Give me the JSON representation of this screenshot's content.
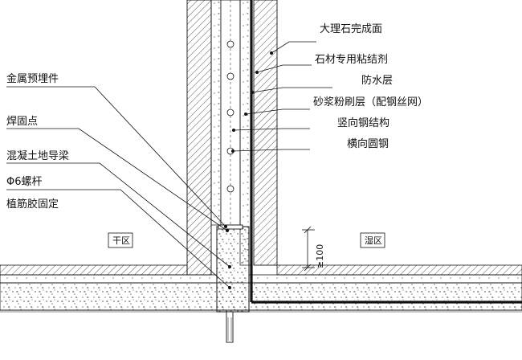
{
  "labels_right": [
    "大理石完成面",
    "石材专用粘结剂",
    "防水层",
    "砂浆粉刷层（配钢丝网）",
    "竖向钢结构",
    "横向圆钢"
  ],
  "labels_left": [
    "金属预埋件",
    "焊固点",
    "混凝土地导梁",
    "Φ6螺杆",
    "植筋胶固定"
  ],
  "zone_dry": "干区",
  "zone_wet": "湿区",
  "height_dim": "≥100",
  "colors": {
    "line": "#111111",
    "hatch": "#444444",
    "concrete_dot": "#333333",
    "background": "#ffffff"
  }
}
